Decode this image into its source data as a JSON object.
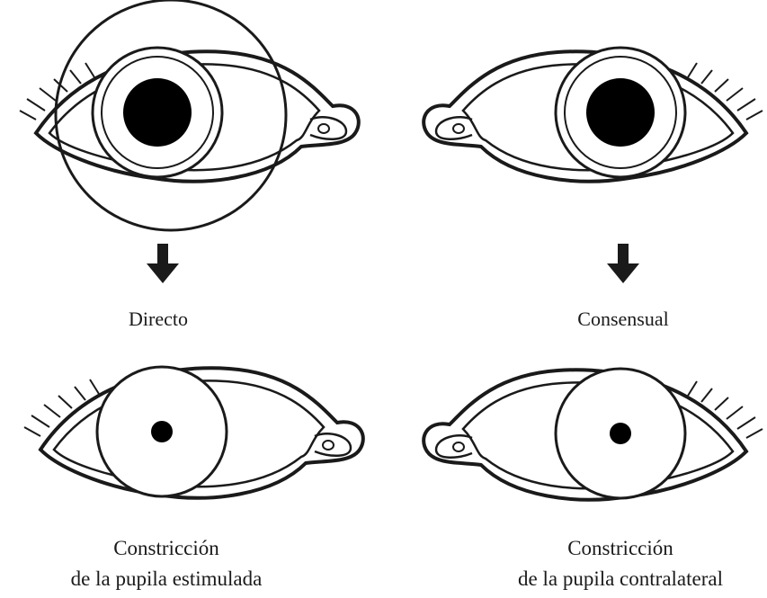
{
  "labels": {
    "left_mid": "Directo",
    "right_mid": "Consensual",
    "left_bottom_line1": "Constricción",
    "left_bottom_line2": "de la pupila estimulada",
    "right_bottom_line1": "Constricción",
    "right_bottom_line2": "de la pupila contralateral"
  },
  "icons": {
    "arrows": "down-arrow-icon",
    "light": "light-circle"
  },
  "colors": {
    "ink": "#1a1a1a",
    "background": "#ffffff"
  }
}
